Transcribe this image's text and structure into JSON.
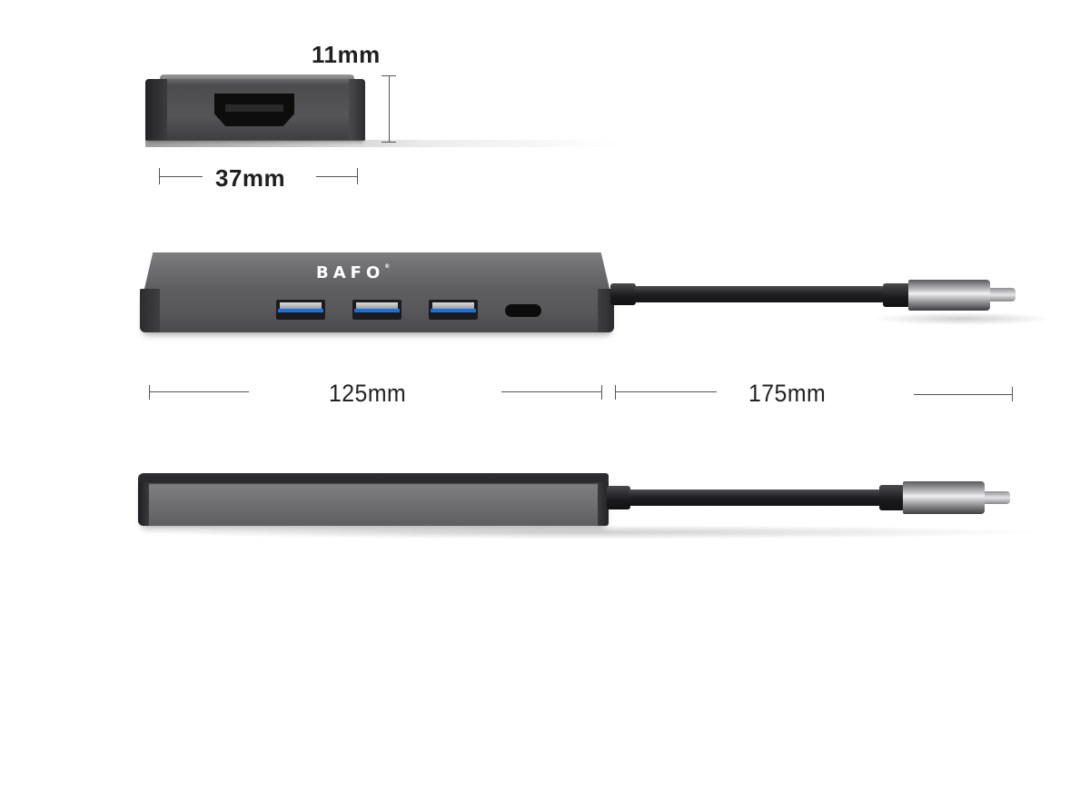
{
  "product": {
    "brand": "BAFO",
    "brand_mark": "®",
    "views": [
      "end-view",
      "top-view",
      "side-view"
    ],
    "ports": [
      {
        "type": "hdmi",
        "location": "end"
      },
      {
        "type": "usb-a",
        "color": "#1e6fd6"
      },
      {
        "type": "usb-a",
        "color": "#1e6fd6"
      },
      {
        "type": "usb-a",
        "color": "#1e6fd6"
      },
      {
        "type": "usb-c"
      }
    ],
    "connector": "usb-c"
  },
  "dimensions": {
    "height": "11mm",
    "width": "37mm",
    "body_length": "125mm",
    "cable_length": "175mm"
  },
  "colors": {
    "body": "#5e5e61",
    "usb_accent": "#1e6fd6",
    "label_text": "#1f1f1f",
    "background": "#ffffff"
  }
}
